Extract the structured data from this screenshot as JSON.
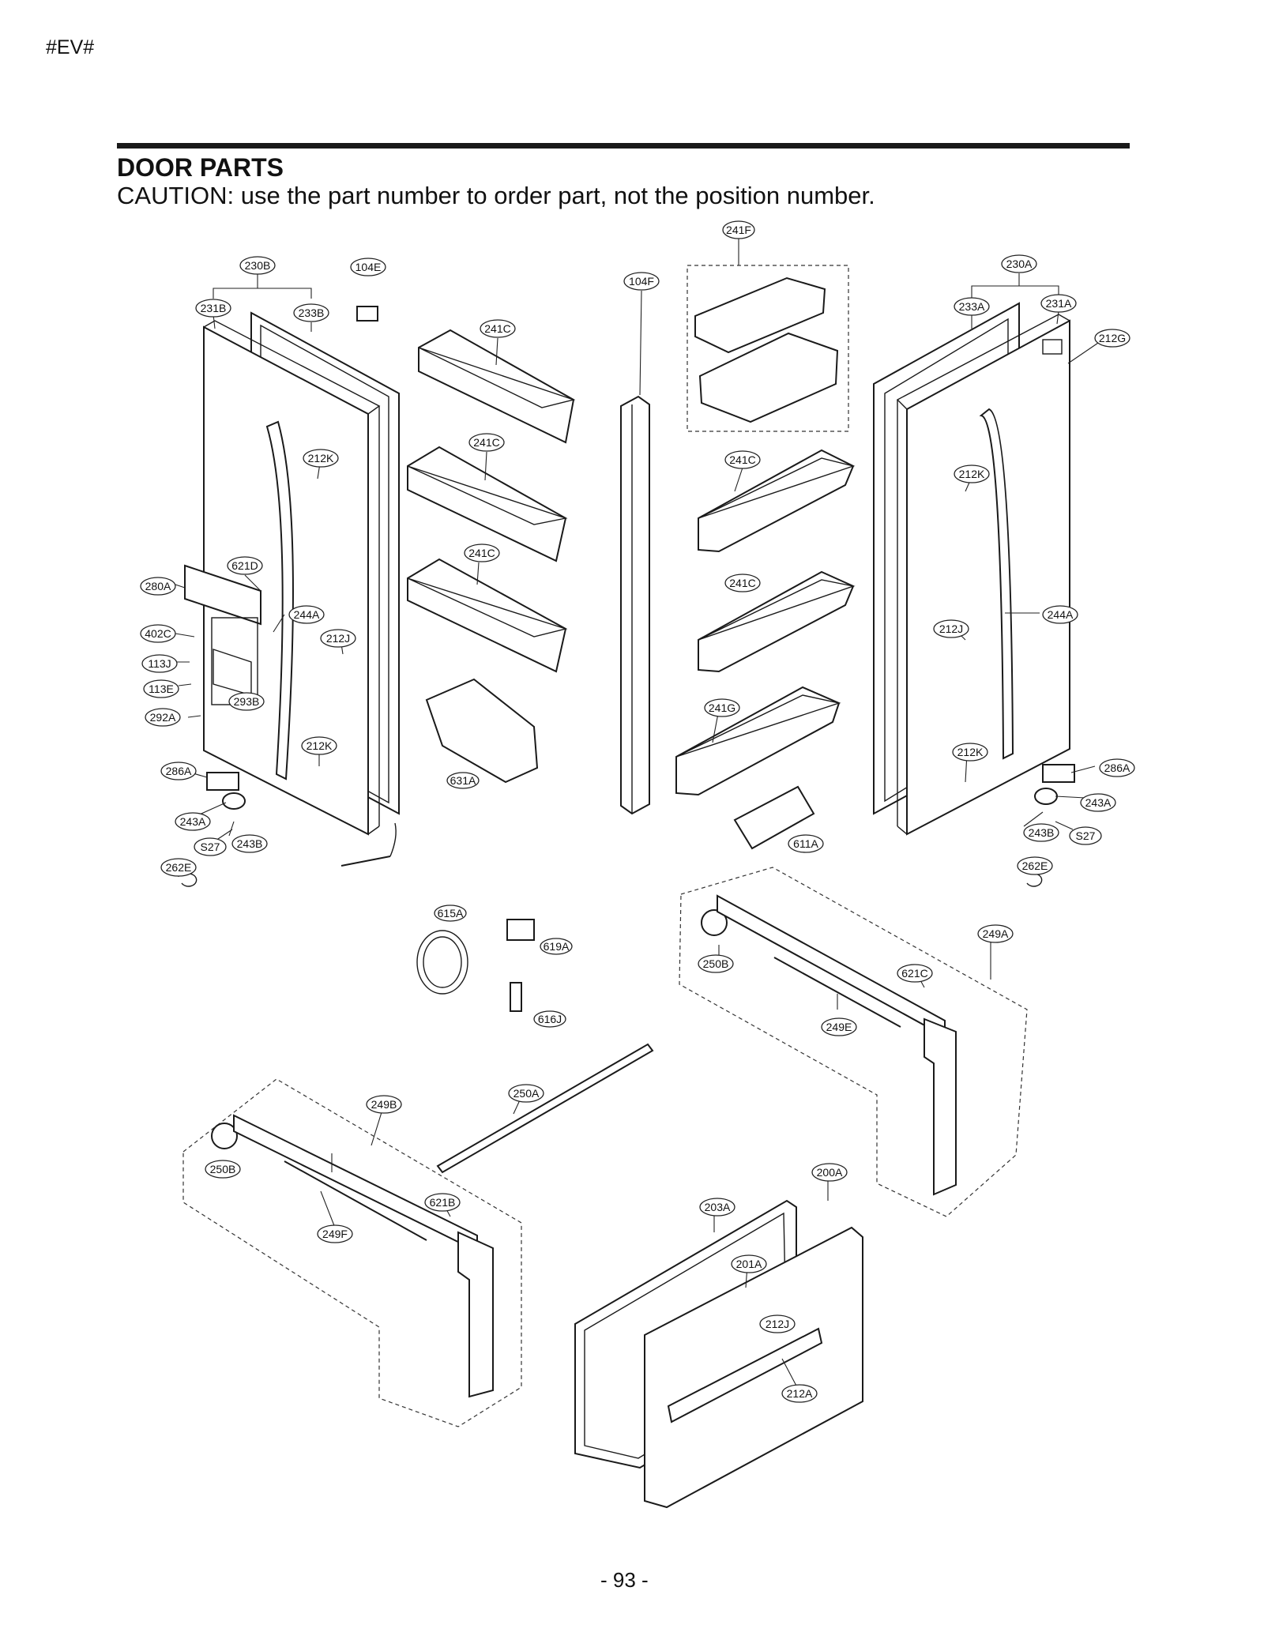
{
  "header": {
    "tag": "#EV#",
    "title": "DOOR PARTS",
    "caution": "CAUTION: use the part number to order part, not the position number."
  },
  "callouts": [
    {
      "id": "c241F",
      "text": "241F"
    },
    {
      "id": "c230B",
      "text": "230B"
    },
    {
      "id": "c104E",
      "text": "104E"
    },
    {
      "id": "c230A",
      "text": "230A"
    },
    {
      "id": "c231B",
      "text": "231B"
    },
    {
      "id": "c233B",
      "text": "233B"
    },
    {
      "id": "c233A",
      "text": "233A"
    },
    {
      "id": "c231A",
      "text": "231A"
    },
    {
      "id": "c212G",
      "text": "212G"
    },
    {
      "id": "c241C_1",
      "text": "241C"
    },
    {
      "id": "c104F",
      "text": "104F"
    },
    {
      "id": "c241C_2",
      "text": "241C"
    },
    {
      "id": "c212K_1",
      "text": "212K"
    },
    {
      "id": "c241C_3",
      "text": "241C"
    },
    {
      "id": "c212K_2",
      "text": "212K"
    },
    {
      "id": "c241C_4",
      "text": "241C"
    },
    {
      "id": "c621D",
      "text": "621D"
    },
    {
      "id": "c280A",
      "text": "280A"
    },
    {
      "id": "c241C_5",
      "text": "241C"
    },
    {
      "id": "c244A_1",
      "text": "244A"
    },
    {
      "id": "c244A_2",
      "text": "244A"
    },
    {
      "id": "c402C",
      "text": "402C"
    },
    {
      "id": "c212J_1",
      "text": "212J"
    },
    {
      "id": "c212J_2",
      "text": "212J"
    },
    {
      "id": "c113J",
      "text": "113J"
    },
    {
      "id": "c113E",
      "text": "113E"
    },
    {
      "id": "c293B",
      "text": "293B"
    },
    {
      "id": "c241G",
      "text": "241G"
    },
    {
      "id": "c292A",
      "text": "292A"
    },
    {
      "id": "c212K_3",
      "text": "212K"
    },
    {
      "id": "c212K_4",
      "text": "212K"
    },
    {
      "id": "c286A_1",
      "text": "286A"
    },
    {
      "id": "c286A_2",
      "text": "286A"
    },
    {
      "id": "c631A",
      "text": "631A"
    },
    {
      "id": "c243A_1",
      "text": "243A"
    },
    {
      "id": "c243A_2",
      "text": "243A"
    },
    {
      "id": "c611A",
      "text": "611A"
    },
    {
      "id": "c243B_1",
      "text": "243B"
    },
    {
      "id": "c243B_2",
      "text": "243B"
    },
    {
      "id": "cS27_1",
      "text": "S27"
    },
    {
      "id": "cS27_2",
      "text": "S27"
    },
    {
      "id": "c262E_1",
      "text": "262E"
    },
    {
      "id": "c262E_2",
      "text": "262E"
    },
    {
      "id": "c615A",
      "text": "615A"
    },
    {
      "id": "c619A",
      "text": "619A"
    },
    {
      "id": "c249A",
      "text": "249A"
    },
    {
      "id": "c250B_1",
      "text": "250B"
    },
    {
      "id": "c621C",
      "text": "621C"
    },
    {
      "id": "c616J",
      "text": "616J"
    },
    {
      "id": "c249E",
      "text": "249E"
    },
    {
      "id": "c250A",
      "text": "250A"
    },
    {
      "id": "c249B",
      "text": "249B"
    },
    {
      "id": "c200A",
      "text": "200A"
    },
    {
      "id": "c250B_2",
      "text": "250B"
    },
    {
      "id": "c203A",
      "text": "203A"
    },
    {
      "id": "c621B",
      "text": "621B"
    },
    {
      "id": "c249F",
      "text": "249F"
    },
    {
      "id": "c201A",
      "text": "201A"
    },
    {
      "id": "c212J_3",
      "text": "212J"
    },
    {
      "id": "c212A",
      "text": "212A"
    }
  ],
  "footer": {
    "page_number": "- 93 -"
  }
}
